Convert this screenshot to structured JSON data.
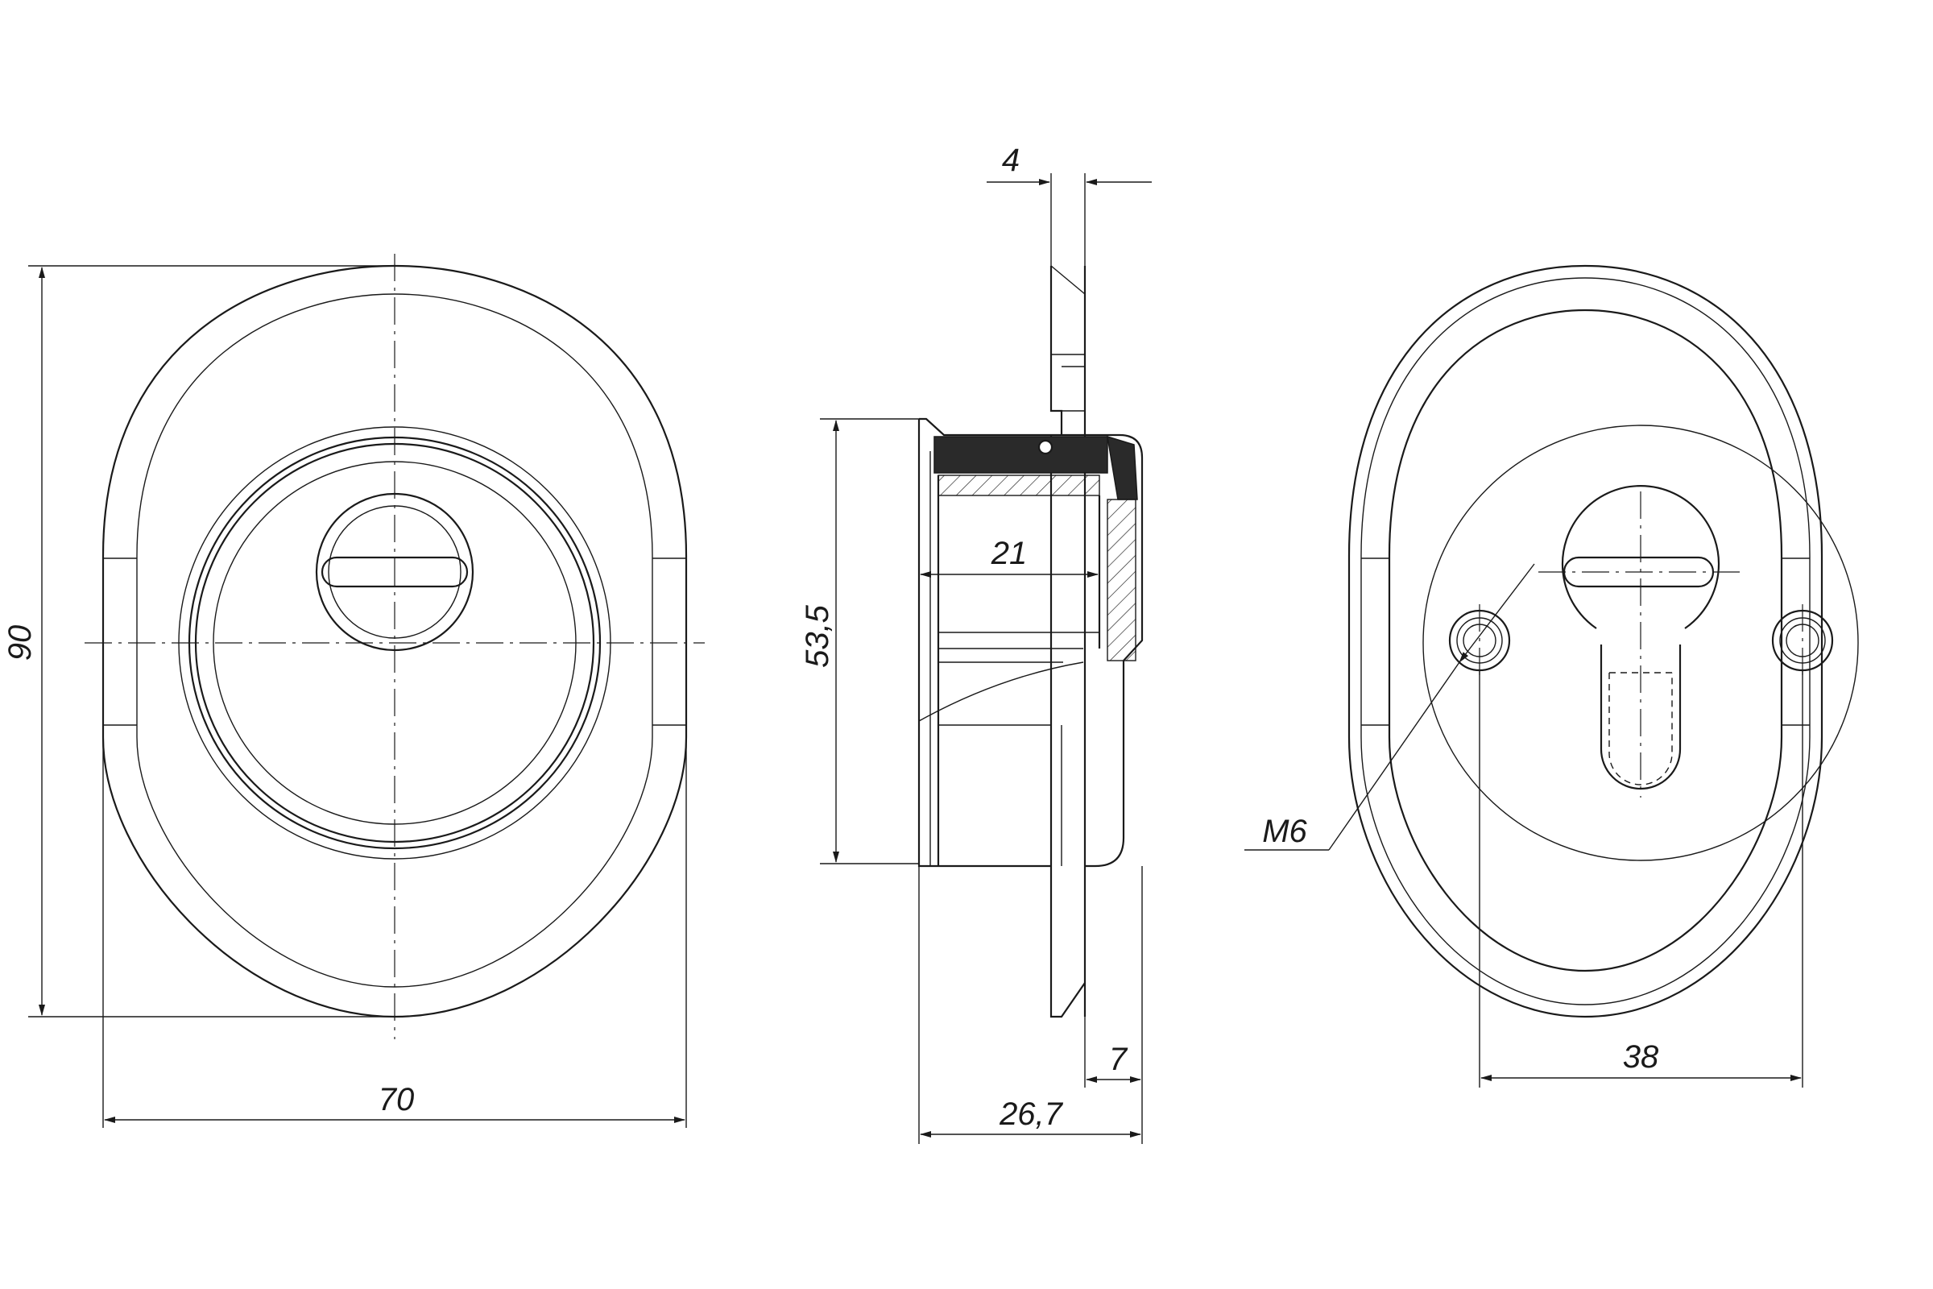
{
  "dimensions": {
    "height_front": "90",
    "width_front": "70",
    "plate_thickness": "4",
    "housing_height": "53,5",
    "inner_depth": "21",
    "flange_depth": "7",
    "total_depth": "26,7",
    "thread": "M6",
    "bolt_spacing": "38"
  },
  "colors": {
    "line": "#1a1a1a",
    "background": "#ffffff",
    "section_fill": "#2a2a2a"
  }
}
